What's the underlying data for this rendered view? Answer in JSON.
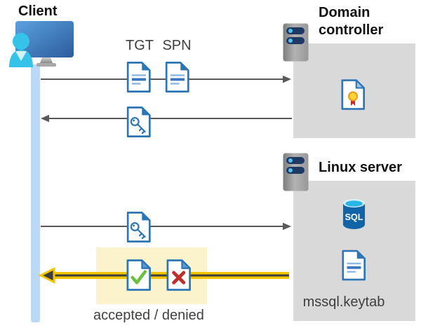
{
  "diagram": {
    "client": {
      "label": "Client"
    },
    "domain_controller": {
      "label": "Domain controller"
    },
    "linux_server": {
      "label": "Linux server"
    },
    "tickets": {
      "tgt_label": "TGT",
      "spn_label": "SPN"
    },
    "result": {
      "label": "accepted / denied"
    },
    "linux_box": {
      "sql_label": "SQL",
      "keytab_label": "mssql.keytab"
    }
  },
  "icons": {
    "client": "person-at-monitor-icon",
    "domain_controller": "server-icon",
    "linux_server": "server-icon",
    "tgt": "document-icon",
    "spn": "document-icon",
    "service_ticket": "key-document-icon",
    "certificate": "certificate-document-icon",
    "sql": "sql-database-icon",
    "keytab": "document-icon",
    "accepted": "check-document-icon",
    "denied": "x-document-icon"
  },
  "colors": {
    "doc_blue": "#2E75B6",
    "doc_fold_light": "#9DC3E6",
    "timeline_blue": "#BCD8F5",
    "panel_gray": "#D9D9D9",
    "arrow_gray": "#595959",
    "highlight_fill": "#FBF3CC",
    "highlight_stroke": "#F2C500",
    "check_green": "#6CBE3F",
    "deny_red": "#BE2E2C",
    "person_cyan": "#35C3EA",
    "sql_blue": "#1264A8",
    "sql_top_cyan": "#29B5E8",
    "server_pill_navy": "#1F3864"
  }
}
